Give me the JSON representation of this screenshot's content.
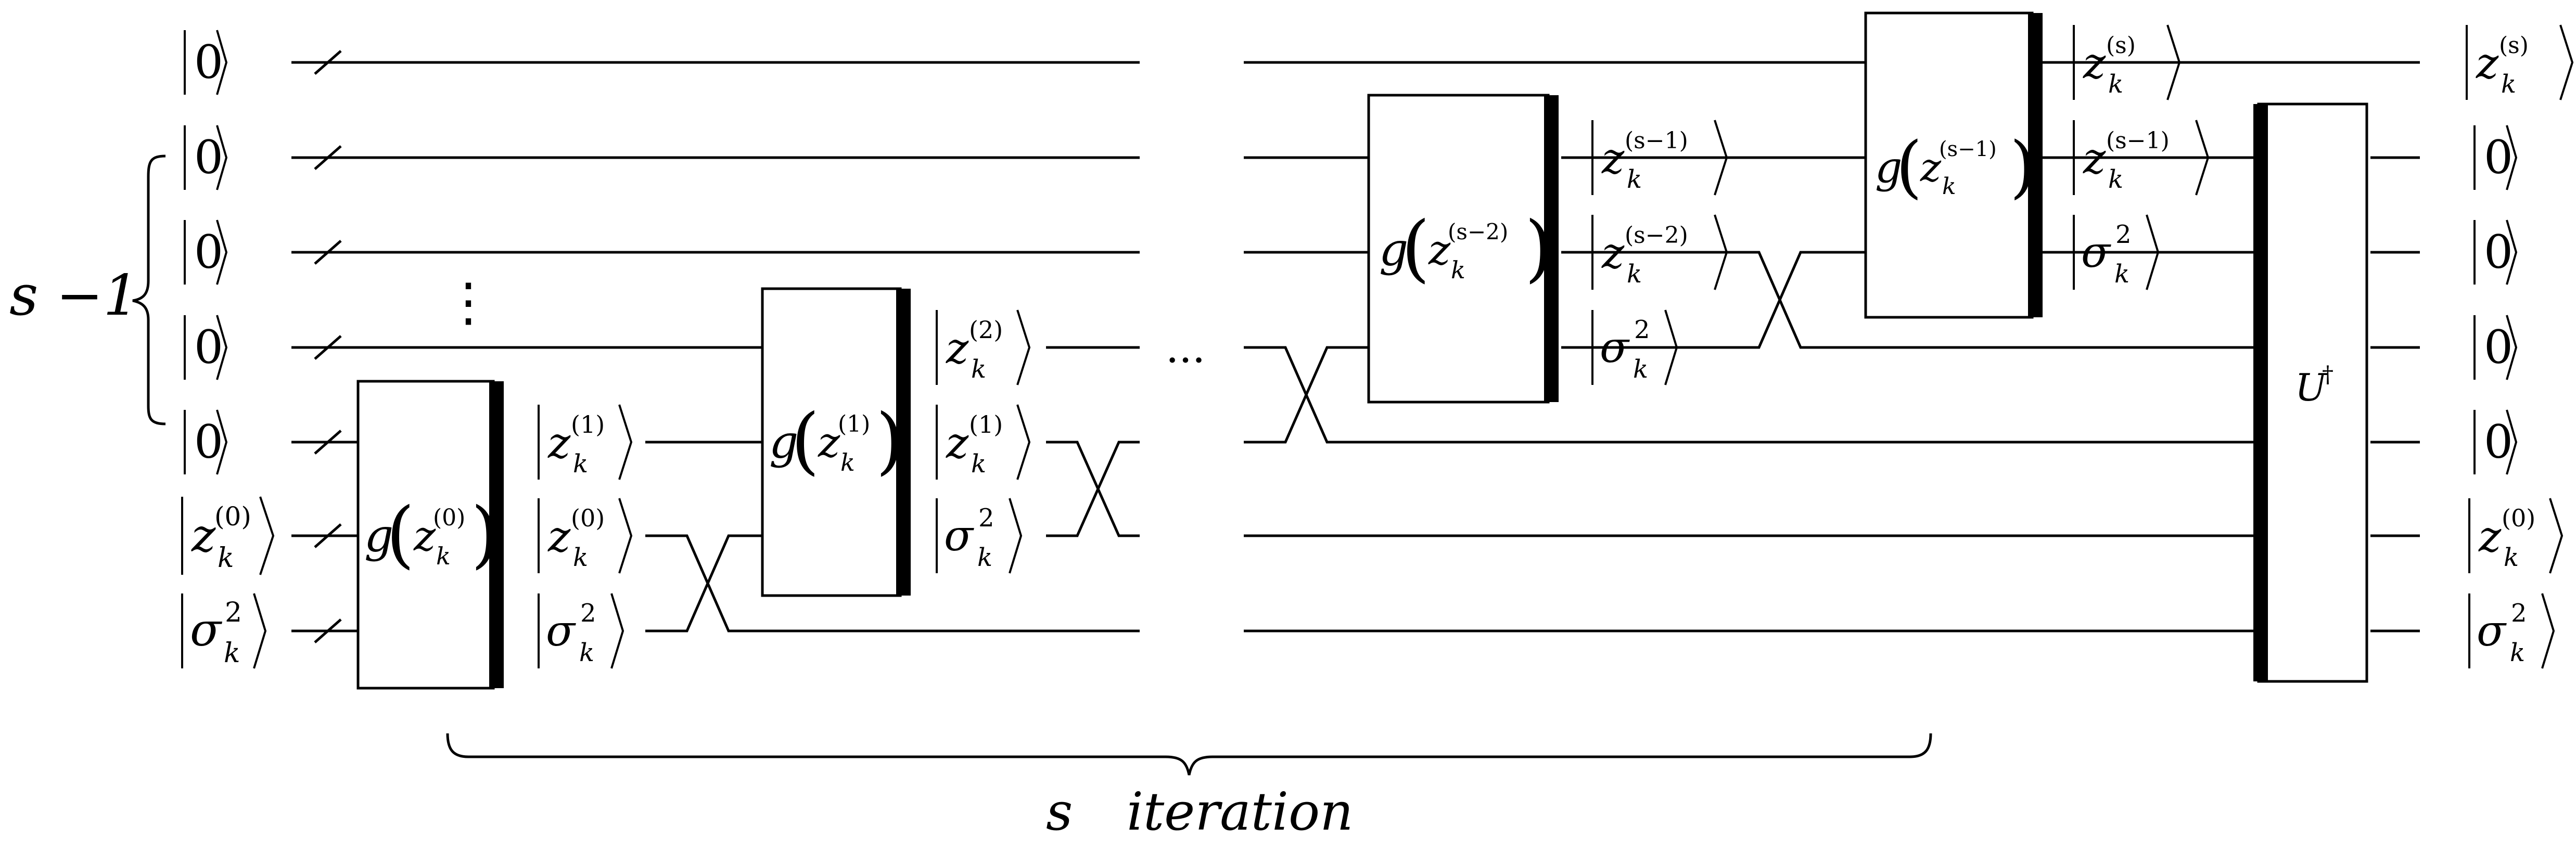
{
  "diagram": {
    "input_labels": {
      "zero": "0",
      "z_base": "z",
      "z_sub": "k",
      "z_sup0": "(0)",
      "sigma_base": "σ",
      "sigma_sub": "k",
      "sigma_sup": "2"
    },
    "brace_label": "s −1",
    "gates": {
      "g": "g",
      "g0_arg_sup": "(0)",
      "g1_arg_sup": "(1)",
      "g2_arg_sup": "(s−2)",
      "g3_arg_sup": "(s−1)",
      "udagger_base": "U",
      "udagger_sup": "†"
    },
    "intermediate_sups": {
      "s1": "(1)",
      "s2": "(2)",
      "sm2": "(s−2)",
      "sm1": "(s−1)",
      "s": "(s)"
    },
    "vdots": "⋮",
    "hdots": "···",
    "bottom_label_s": "s",
    "bottom_label_iteration": "iteration"
  }
}
